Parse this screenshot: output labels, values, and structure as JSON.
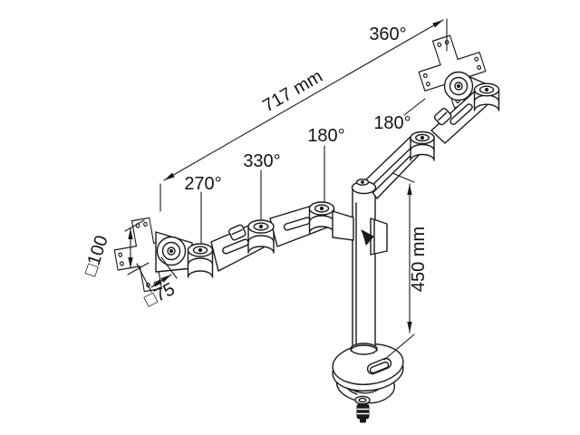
{
  "drawing": {
    "description": "Isometric technical line drawing of a dual-monitor desk mount arm with dimension annotations",
    "background_color": "#ffffff",
    "line_color": "#1a1a1a",
    "labels": {
      "top_vesa_rotation": "360°",
      "arm_reach": "717 mm",
      "right_elbow_rotation": "180°",
      "left_shoulder_rotation": "180°",
      "left_elbow_rotation": "330°",
      "left_wrist_rotation": "270°",
      "vesa_pattern_100": "□100",
      "vesa_pattern_75": "□75",
      "pole_height": "450 mm"
    }
  }
}
